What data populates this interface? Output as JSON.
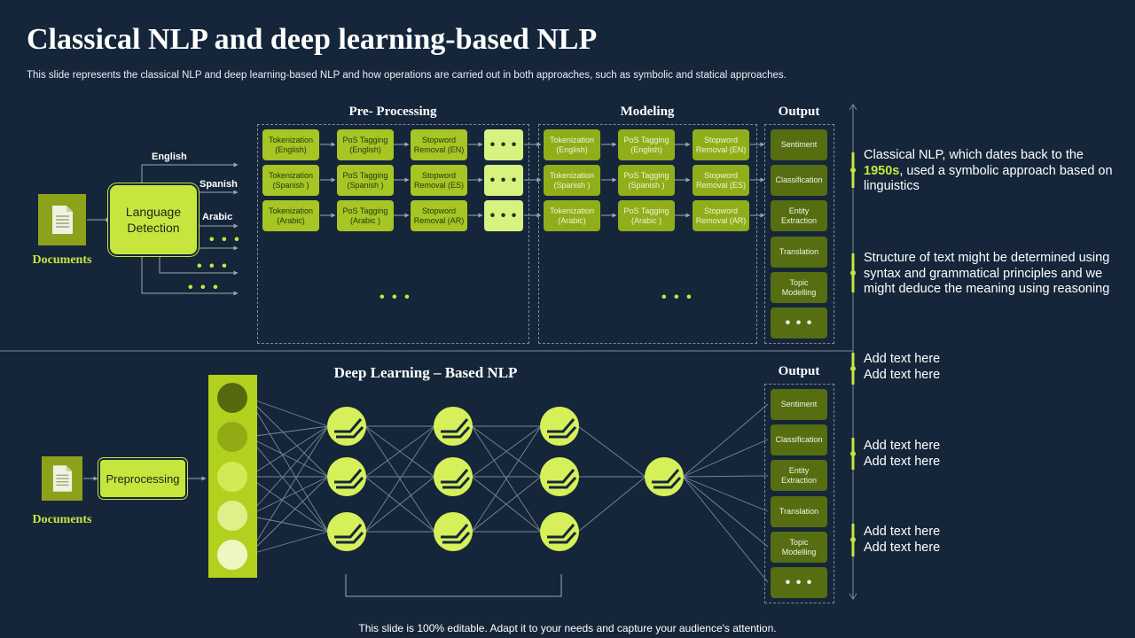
{
  "title": "Classical NLP and deep learning-based NLP",
  "subtitle": "This slide represents the classical NLP and deep learning-based NLP and how operations are carried out in both approaches, such as symbolic and statical approaches.",
  "classical": {
    "documents_label": "Documents",
    "language_detection": "Language Detection",
    "languages": [
      "English",
      "Spanish",
      "Arabic"
    ],
    "more": "• • •",
    "preprocessing": {
      "heading": "Pre- Processing",
      "rows": [
        [
          "Tokenization (English)",
          "PoS Tagging (English)",
          "Stopword Removal (EN)"
        ],
        [
          "Tokenization (Spanish )",
          "PoS Tagging (Spanish )",
          "Stopword Removal (ES)"
        ],
        [
          "Tokenization (Arabic)",
          "PoS Tagging (Arabic )",
          "Stopword Removal (AR)"
        ]
      ],
      "more": "• • •"
    },
    "modeling": {
      "heading": "Modeling",
      "rows": [
        [
          "Tokenization (English)",
          "PoS Tagging (English)",
          "Stopword Removal (EN)"
        ],
        [
          "Tokenization (Spanish )",
          "PoS Tagging (Spanish )",
          "Stopword Removal (ES)"
        ],
        [
          "Tokenization (Arabic)",
          "PoS Tagging (Arabic )",
          "Stopword Removal (AR)"
        ]
      ],
      "more": "• • •"
    },
    "output": {
      "heading": "Output",
      "items": [
        "Sentiment",
        "Classification",
        "Entity Extraction",
        "Translation",
        "Topic Modelling",
        "• • •"
      ]
    }
  },
  "deep": {
    "heading": "Deep Learning – Based NLP",
    "documents_label": "Documents",
    "preprocessing": "Preprocessing",
    "output": {
      "heading": "Output",
      "items": [
        "Sentiment",
        "Classification",
        "Entity Extraction",
        "Translation",
        "Topic Modelling",
        "• • •"
      ]
    }
  },
  "side_notes": {
    "note1_pre": "Classical NLP, which dates  back  to the ",
    "note1_highlight": "1950s",
    "note1_post": ", used a symbolic approach based on linguistics",
    "note2": "Structure of text might be determined using syntax and grammatical principles and we might deduce the meaning using reasoning",
    "note3": "Add text here\nAdd text here",
    "note4": "Add text here\nAdd text here",
    "note5": "Add text here\nAdd text here"
  },
  "footer": "This slide is 100% editable. Adapt it to your needs and capture your audience's attention.",
  "colors": {
    "background": "#15263a",
    "accent": "#c6e63d",
    "box_light": "#a7c524",
    "box_mid": "#8fae1a",
    "box_dark": "#566d12"
  }
}
